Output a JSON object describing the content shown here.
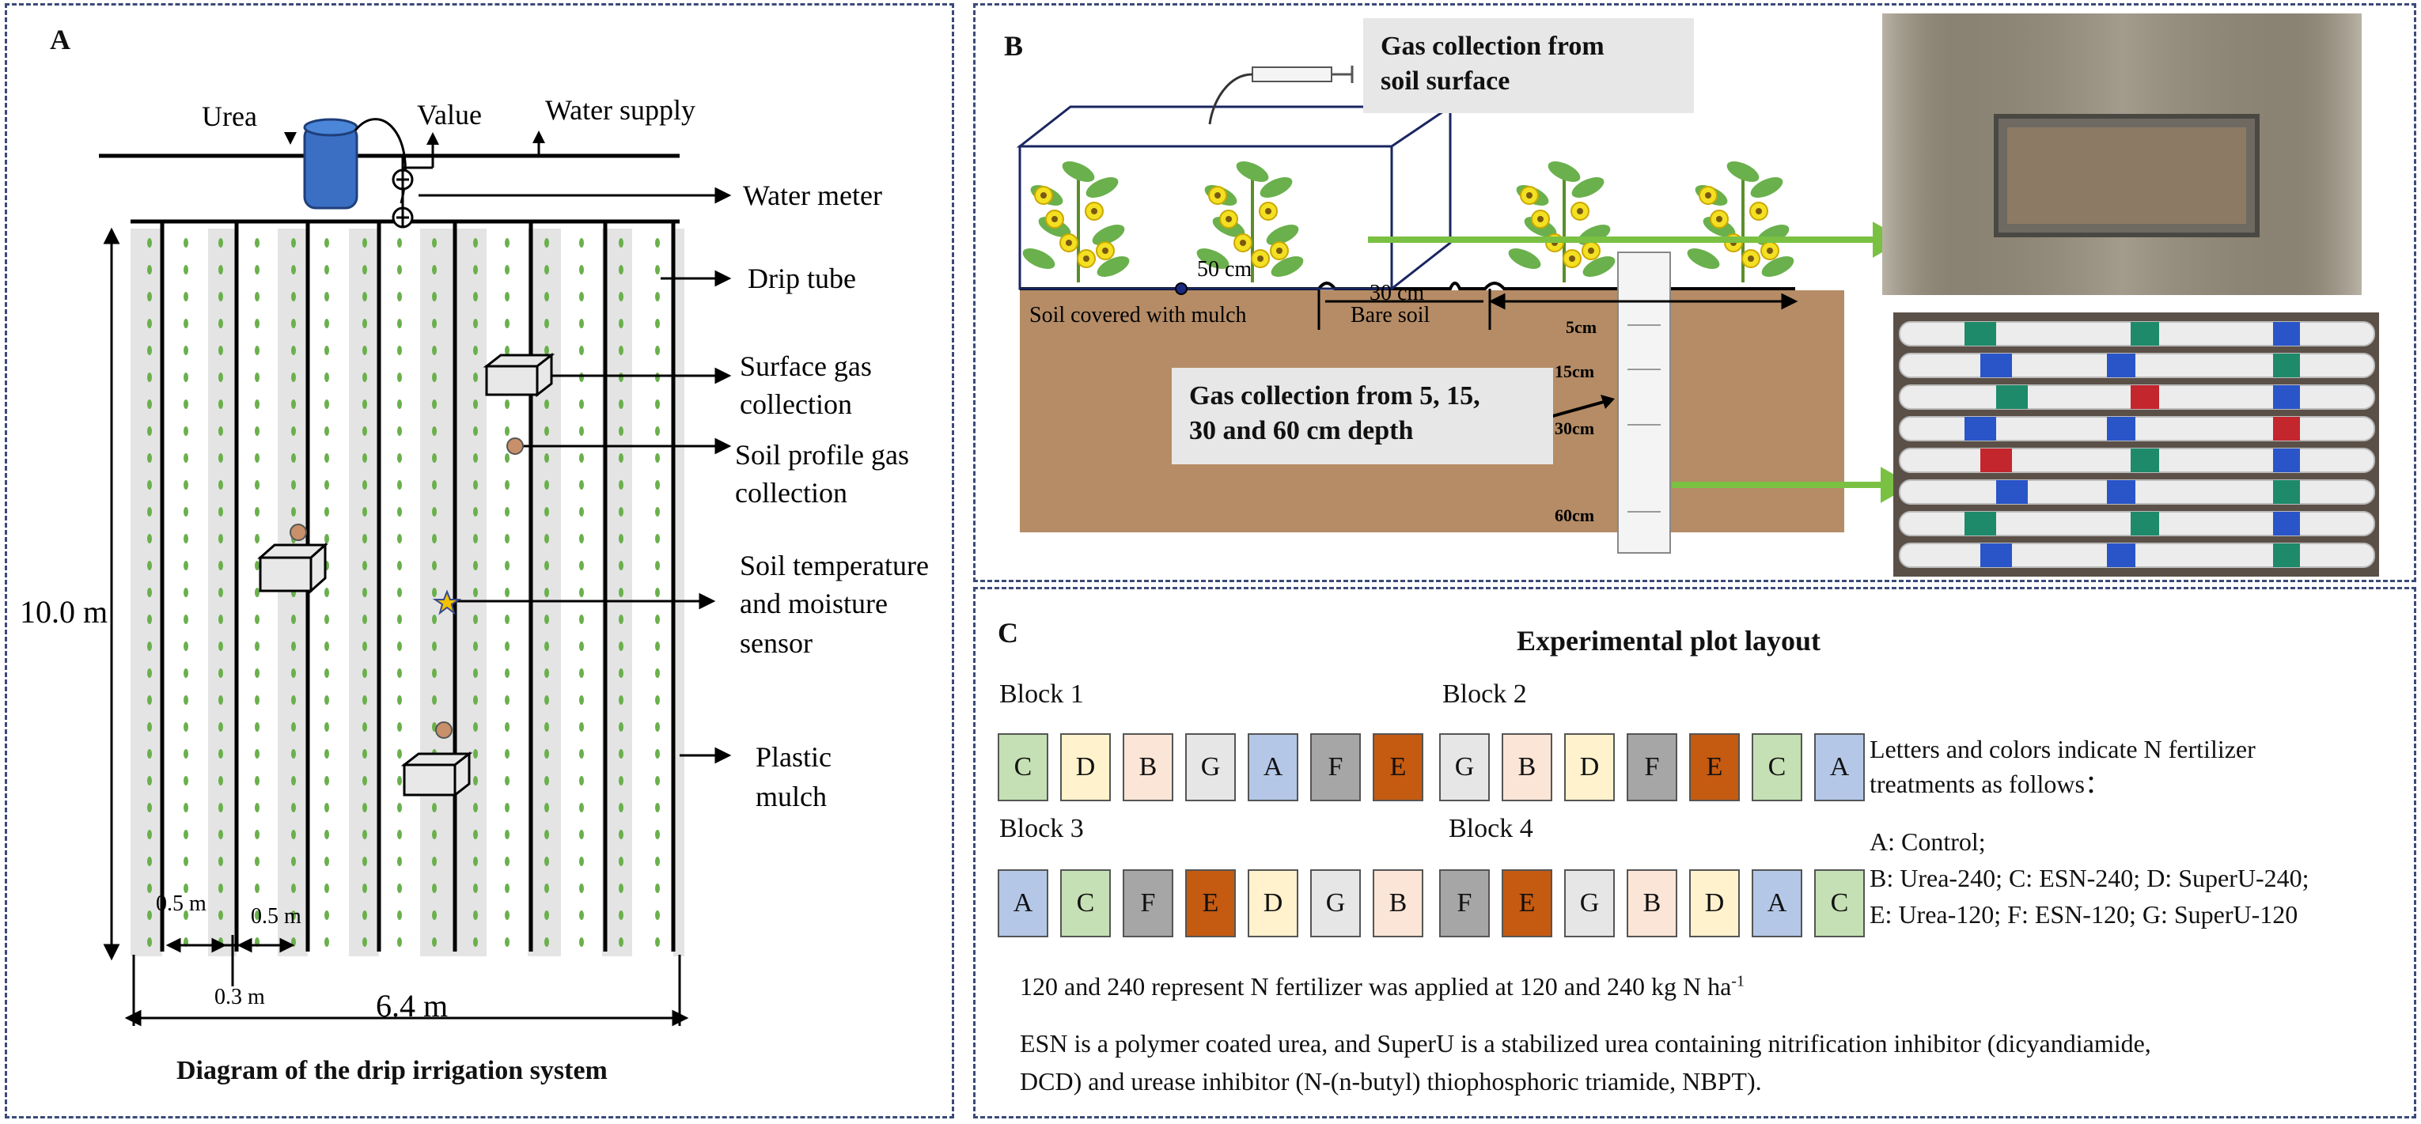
{
  "panelA": {
    "label": "A",
    "labels": {
      "urea": "Urea",
      "value": "Value",
      "water_supply": "Water supply",
      "water_meter": "Water meter",
      "drip_tube": "Drip tube",
      "surface_gas_1": "Surface gas",
      "surface_gas_2": "collection",
      "soil_profile_1": "Soil profile gas",
      "soil_profile_2": "collection",
      "sensor_1": "Soil temperature",
      "sensor_2": "and moisture",
      "sensor_3": "sensor",
      "mulch_1": "Plastic",
      "mulch_2": "mulch",
      "height": "10.0 m",
      "spacing_left": "0.5 m",
      "spacing_mid": "0.5 m",
      "spacing_bottom": "0.3 m",
      "width": "6.4 m"
    },
    "caption": "Diagram of the drip irrigation system"
  },
  "panelB": {
    "label": "B",
    "callout_top": [
      "Gas collection from",
      "soil surface"
    ],
    "callout_depth": [
      "Gas collection from 5, 15,",
      "30 and 60 cm depth"
    ],
    "labels": {
      "dist_50": "50 cm",
      "dist_30": "30 cm",
      "mulch_soil": "Soil covered with mulch",
      "bare_soil": "Bare soil",
      "depths": [
        "5cm",
        "15cm",
        "30cm",
        "60cm"
      ]
    },
    "colors": {
      "soil": "#b58c66",
      "arrow": "#7ac143"
    }
  },
  "panelC": {
    "label": "C",
    "title": "Experimental plot layout",
    "blocks": [
      {
        "name": "Block 1",
        "plots": [
          "C",
          "D",
          "B",
          "G",
          "A",
          "F",
          "E"
        ]
      },
      {
        "name": "Block 2",
        "plots": [
          "G",
          "B",
          "D",
          "F",
          "E",
          "C",
          "A"
        ]
      },
      {
        "name": "Block 3",
        "plots": [
          "A",
          "C",
          "F",
          "E",
          "D",
          "G",
          "B"
        ]
      },
      {
        "name": "Block 4",
        "plots": [
          "F",
          "E",
          "G",
          "B",
          "D",
          "A",
          "C"
        ]
      }
    ],
    "treatment_colors": {
      "A": "#b4c7e7",
      "B": "#fbe5d6",
      "C": "#c5e0b4",
      "D": "#fff2cc",
      "E": "#c55a11",
      "F": "#a6a6a6",
      "G": "#e7e6e6"
    },
    "legend_intro": [
      "Letters and colors indicate N fertilizer",
      "treatments as follows："
    ],
    "legend_lines": [
      "A: Control;",
      "B: Urea-240;  C: ESN-240;  D: SuperU-240;",
      "E: Urea-120;  F: ESN-120;  G: SuperU-120"
    ],
    "note1": "120 and 240 represent N fertilizer was applied at 120 and 240 kg N ha",
    "note1_sup": "-1",
    "note2": [
      "ESN is a polymer coated urea, and SuperU is a stabilized urea containing nitrification inhibitor (dicyandiamide,",
      "DCD) and urease inhibitor (N-(n-butyl) thiophosphoric triamide, NBPT)."
    ]
  }
}
